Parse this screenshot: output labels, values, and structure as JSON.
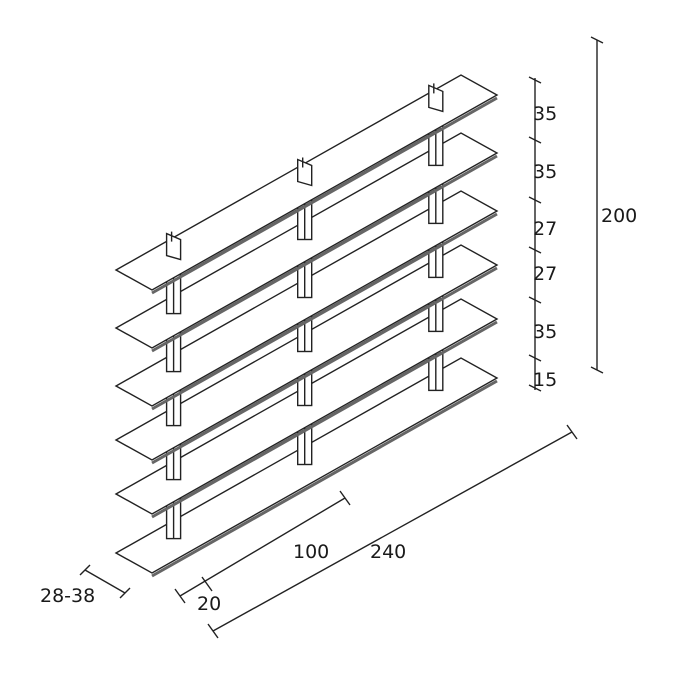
{
  "title": "Shelving unit dimension drawing",
  "shelf_spacings": [
    "35",
    "35",
    "27",
    "27",
    "35",
    "15"
  ],
  "total_height": "200",
  "total_width": "240",
  "upright_spacing": "100",
  "end_offset": "20",
  "depth": "28-38"
}
